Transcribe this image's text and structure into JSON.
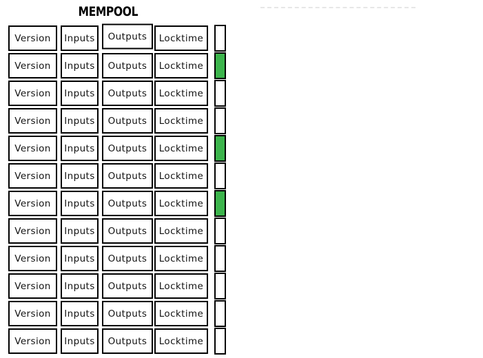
{
  "title": "MEMPOOL",
  "columns": [
    "Version",
    "Inputs",
    "Outputs",
    "Locktime"
  ],
  "rows": [
    {
      "labels": [
        "Version",
        "Inputs",
        "Outputs",
        "Locktime"
      ],
      "indicator": "white"
    },
    {
      "labels": [
        "Version",
        "Inputs",
        "Outputs",
        "Locktime"
      ],
      "indicator": "green"
    },
    {
      "labels": [
        "Version",
        "Inputs",
        "Outputs",
        "Locktime"
      ],
      "indicator": "white"
    },
    {
      "labels": [
        "Version",
        "Inputs",
        "Outputs",
        "Locktime"
      ],
      "indicator": "white"
    },
    {
      "labels": [
        "Version",
        "Inputs",
        "Outputs",
        "Locktime"
      ],
      "indicator": "green"
    },
    {
      "labels": [
        "Version",
        "Inputs",
        "Outputs",
        "Locktime"
      ],
      "indicator": "white"
    },
    {
      "labels": [
        "Version",
        "Inputs",
        "Outputs",
        "Locktime"
      ],
      "indicator": "green"
    },
    {
      "labels": [
        "Version",
        "Inputs",
        "Outputs",
        "Locktime"
      ],
      "indicator": "white"
    },
    {
      "labels": [
        "Version",
        "Inputs",
        "Outputs",
        "Locktime"
      ],
      "indicator": "white"
    },
    {
      "labels": [
        "Version",
        "Inputs",
        "Outputs",
        "Locktime"
      ],
      "indicator": "white"
    },
    {
      "labels": [
        "Version",
        "Inputs",
        "Outputs",
        "Locktime"
      ],
      "indicator": "white"
    },
    {
      "labels": [
        "Version",
        "Inputs",
        "Outputs",
        "Locktime"
      ],
      "indicator": "white"
    }
  ],
  "colors": {
    "box_border": "#000000",
    "box_fill": "#ffffff",
    "indicator_green": "#3cb44c",
    "indicator_white": "#ffffff",
    "text": "#131313",
    "dashed_line": "#e6e6e6"
  }
}
